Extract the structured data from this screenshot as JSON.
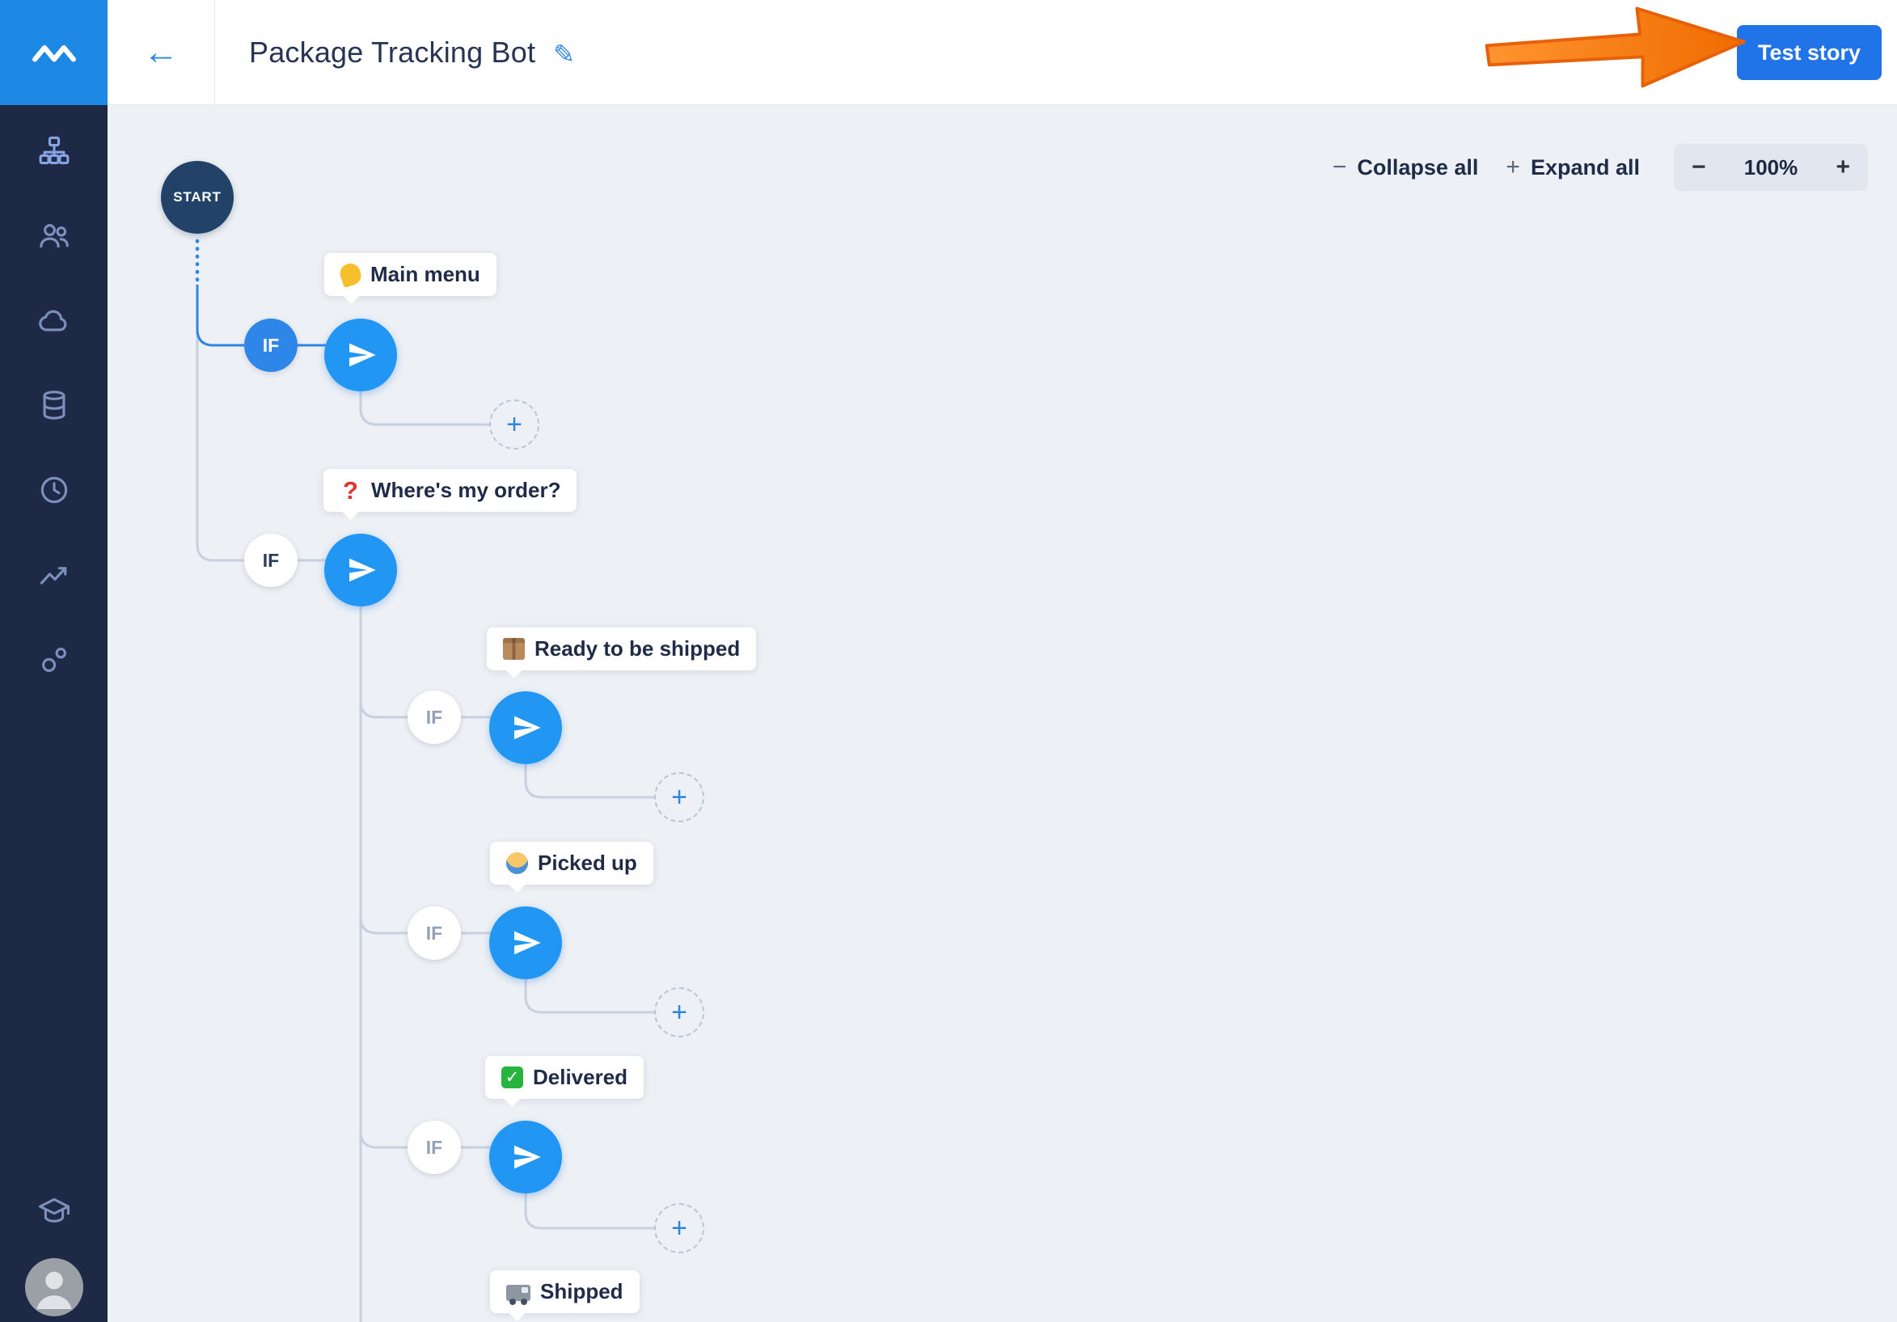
{
  "colors": {
    "accent_blue": "#2196f3",
    "sidebar_bg": "#1e2a45",
    "canvas_bg": "#edf0f4",
    "button_blue": "#2173e8",
    "annotation_orange": "#f8821d",
    "start_navy": "#224367"
  },
  "sidebar": {
    "icons": [
      "flows-icon",
      "users-icon",
      "ai-brain-icon",
      "database-icon",
      "history-icon",
      "analytics-icon",
      "integrations-icon",
      "academy-icon",
      "avatar"
    ]
  },
  "header": {
    "back_icon": "←",
    "title": "Package Tracking Bot",
    "edit_icon": "✎",
    "test_button_label": "Test story"
  },
  "canvas": {
    "controls": {
      "collapse_icon": "−",
      "collapse_label": "Collapse all",
      "expand_icon": "+",
      "expand_label": "Expand all",
      "zoom_out_icon": "−",
      "zoom_level": "100%",
      "zoom_in_icon": "+"
    },
    "start_label": "START",
    "if_label": "IF",
    "plus_icon": "+",
    "branches": [
      {
        "icon": "wave-icon",
        "label": "Main menu"
      },
      {
        "icon": "question-icon",
        "label": "Where's my order?"
      },
      {
        "icon": "package-icon",
        "label": "Ready to be shipped"
      },
      {
        "icon": "person-icon",
        "label": "Picked up"
      },
      {
        "icon": "check-icon",
        "label": "Delivered"
      },
      {
        "icon": "truck-icon",
        "label": "Shipped"
      }
    ]
  }
}
